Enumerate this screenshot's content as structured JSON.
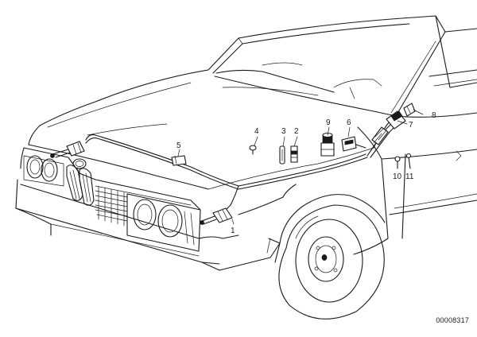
{
  "diagram": {
    "callouts": [
      {
        "id": "1",
        "label": "1"
      },
      {
        "id": "2",
        "label": "2"
      },
      {
        "id": "3",
        "label": "3"
      },
      {
        "id": "4",
        "label": "4"
      },
      {
        "id": "5",
        "label": "5"
      },
      {
        "id": "6",
        "label": "6"
      },
      {
        "id": "7",
        "label": "7"
      },
      {
        "id": "8",
        "label": "8"
      },
      {
        "id": "9",
        "label": "9"
      },
      {
        "id": "10",
        "label": "10"
      },
      {
        "id": "11",
        "label": "11"
      }
    ],
    "reference_number": "00008317"
  }
}
